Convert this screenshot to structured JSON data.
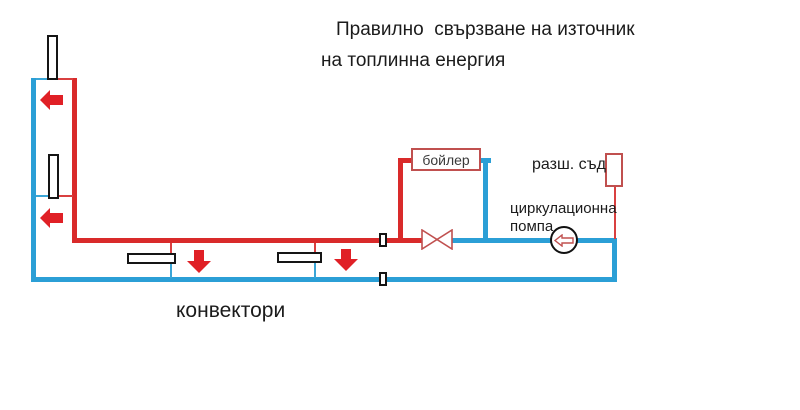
{
  "title": {
    "line1": "Правилно  свързване на източник",
    "line2": "на топлинна енергия"
  },
  "labels": {
    "boiler": "бойлер",
    "expansion_tank": "разш. съд",
    "pump_line1": "циркулационна",
    "pump_line2": "помпа",
    "convectors": "конвектори"
  },
  "colors": {
    "supply_pipe_red": "#d92a2a",
    "return_pipe_blue": "#2b9fd6",
    "symbol_outline_red": "#c0504f",
    "flow_arrow_red": "#e02026",
    "equipment_outline_black": "#151515",
    "text": "#1b1b1b"
  }
}
